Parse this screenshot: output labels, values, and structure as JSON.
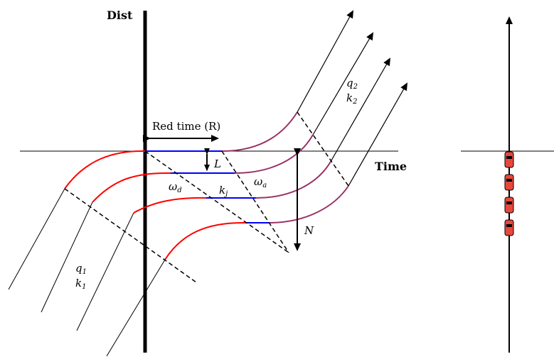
{
  "labels": {
    "dist": "Dist",
    "time": "Time",
    "red_time": "Red time (R)",
    "L": "L",
    "N": "N",
    "omega_a": "ω",
    "omega_a_sub": "a",
    "omega_d": "ω",
    "omega_d_sub": "d",
    "kj": "k",
    "kj_sub": "j",
    "q2": "q",
    "q2_sub": "2",
    "k2": "k",
    "k2_sub": "2",
    "q1": "q",
    "q1_sub": "1",
    "k1": "k",
    "k1_sub": "1"
  },
  "colors": {
    "axis": "#000000",
    "red_curve": "#ff0000",
    "queue_line": "#0000ff",
    "purple_curve": "#993366",
    "vehicle": "#e8473c"
  }
}
